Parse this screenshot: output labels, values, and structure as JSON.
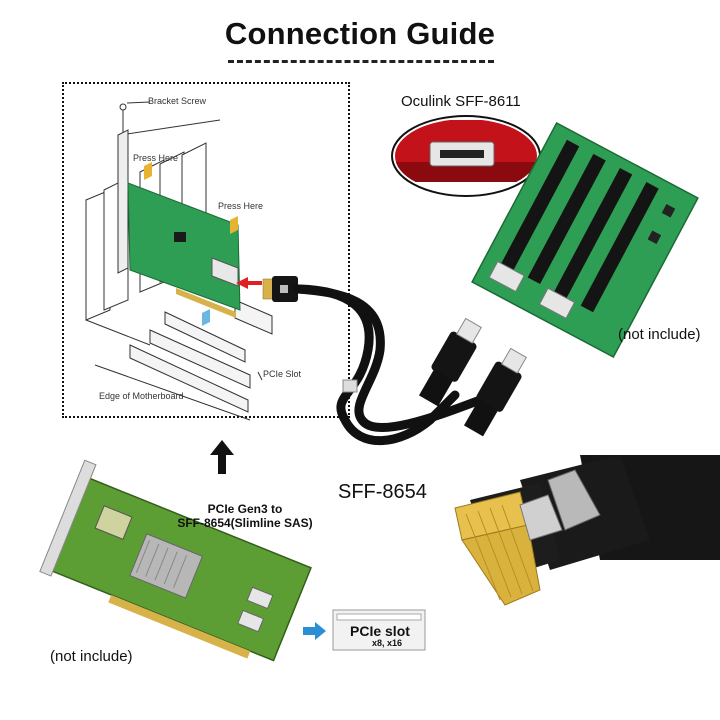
{
  "title": "Connection Guide",
  "diagram": {
    "bracket_screw": "Bracket Screw",
    "press_here_1": "Press Here",
    "press_here_2": "Press Here",
    "pcie_slot": "PCIe Slot",
    "edge_of_motherboard": "Edge of Motherboard"
  },
  "oculink_label": "Oculink SFF-8611",
  "sff8654_label": "SFF-8654",
  "not_include_right": "(not include)",
  "not_include_left": "(not include)",
  "card_title_line1": "PCIe Gen3 to",
  "card_title_line2": "SFF-8654(Slimline SAS)",
  "pcie_slot_title": "PCIe slot",
  "pcie_slot_sub": "x8, x16",
  "colors": {
    "pcb_green": "#2f9e55",
    "arrow_red": "#e02020",
    "gold": "#d7b24a",
    "cable_black": "#111111"
  }
}
